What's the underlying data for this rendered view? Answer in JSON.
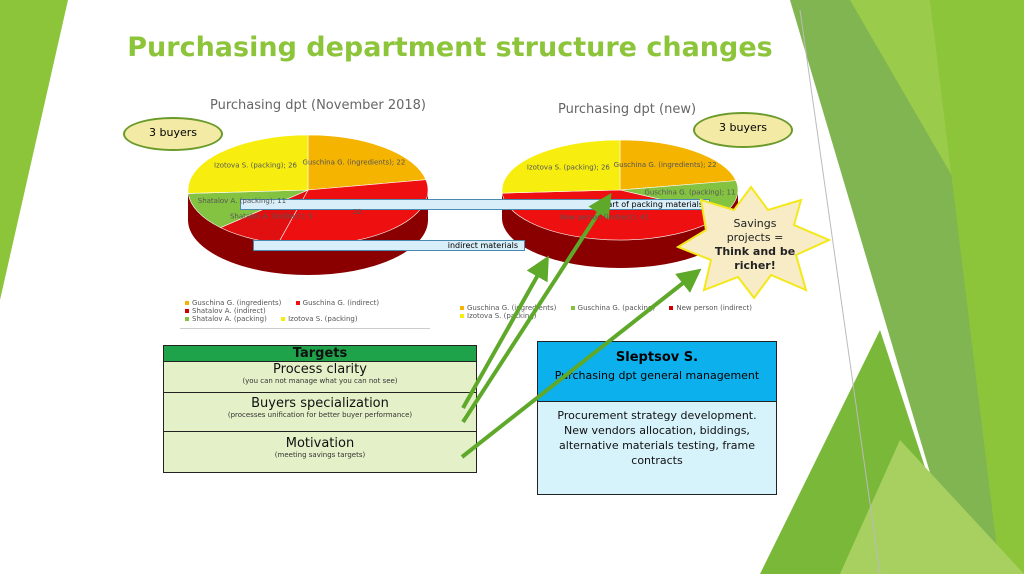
{
  "slide": {
    "title": "Purchasing department structure changes"
  },
  "old_chart": {
    "title": "Purchasing dpt (November 2018)",
    "badge": "3 buyers",
    "slices": [
      {
        "label": "Guschina G. (ingredients); 22",
        "value": 22,
        "color": "#f5b400"
      },
      {
        "label": "32",
        "value": 32,
        "color": "#ee1010"
      },
      {
        "label": "Shatalov A. (indirect); 9",
        "value": 9,
        "color": "#e01010"
      },
      {
        "label": "Shatalov A. (packing); 11",
        "value": 11,
        "color": "#84c341"
      },
      {
        "label": "Izotova S. (packing); 26",
        "value": 26,
        "color": "#f7ee10"
      }
    ],
    "legend": [
      "Guschina G. (ingredients)",
      "Guschina G. (indirect)",
      "Shatalov A. (indirect)",
      "Shatalov A. (packing)",
      "Izotova S. (packing)"
    ]
  },
  "new_chart": {
    "title": "Purchasing dpt (new)",
    "badge": "3 buyers",
    "slices": [
      {
        "label": "Guschina G. (ingredients); 22",
        "value": 22,
        "color": "#f5b400"
      },
      {
        "label": "Guschina G. (packing); 11",
        "value": 11,
        "color": "#84c341"
      },
      {
        "label": "New person (indirect); 41",
        "value": 41,
        "color": "#ee1010"
      },
      {
        "label": "Izotova S. (packing); 26",
        "value": 26,
        "color": "#f7ee10"
      }
    ],
    "legend": [
      "Guschina G. (ingredients)",
      "Guschina G. (packing)",
      "New person (indirect)",
      "Izotova S. (packing)"
    ]
  },
  "arrows": {
    "packing": "part of packing materials",
    "indirect": "indirect materials"
  },
  "star": {
    "line1": "Savings",
    "line2": "projects =",
    "line3": "Think and be",
    "line4": "richer!"
  },
  "targets": {
    "header": "Targets",
    "rows": [
      {
        "title": "Process clarity",
        "sub": "(you can not manage what you can not see)"
      },
      {
        "title": "Buyers specialization",
        "sub": "(processes unification for better buyer performance)"
      },
      {
        "title": "Motivation",
        "sub": "(meeting savings targets)"
      }
    ]
  },
  "manager": {
    "name": "Sleptsov S.",
    "role": "Purchasing dpt general management",
    "duties": "Procurement strategy development. New vendors allocation, biddings, alternative materials testing, frame contracts"
  }
}
